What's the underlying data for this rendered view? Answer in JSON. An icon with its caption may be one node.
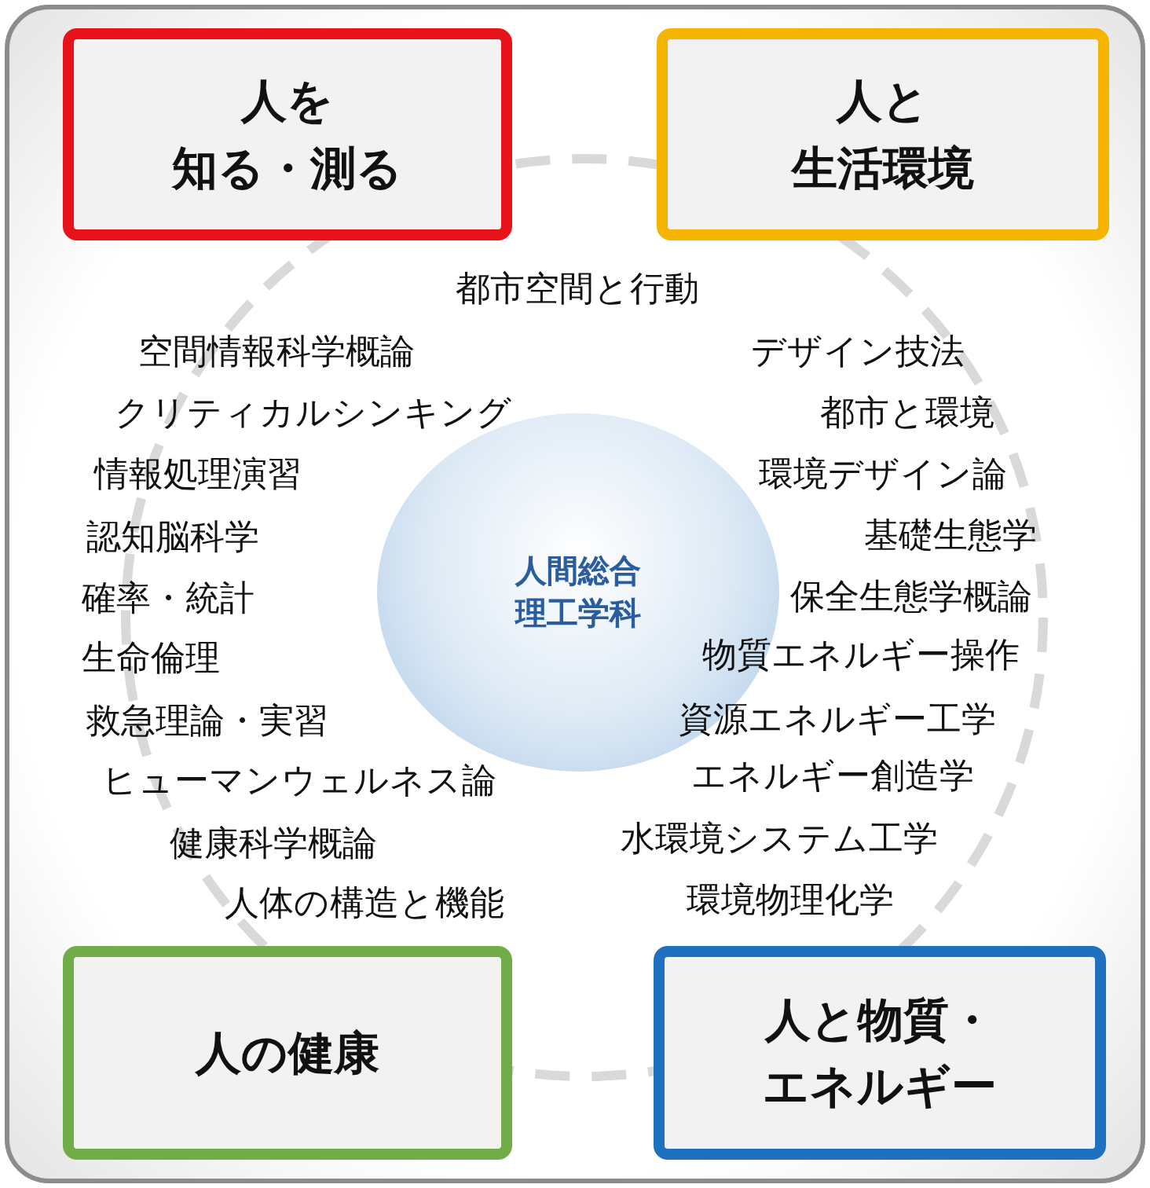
{
  "diagram": {
    "nodes": [
      {
        "text": [
          "人を知る・測る"
        ]
      },
      {
        "text": [
          "人と生活環境"
        ]
      },
      {
        "text": [
          "人の健康"
        ]
      },
      {
        "text": [
          "人と物質・エネルギー"
        ]
      },
      {
        "text": [
          "人間総合理工学科"
        ]
      }
    ],
    "edges": [],
    "labels": [
      "都市空間と行動",
      "空間情報科学概論",
      "デザイン技法",
      "クリティカルシンキング",
      "都市と環境",
      "情報処理演習",
      "環境デザイン論",
      "認知脳科学",
      "基礎生態学",
      "確率・統計",
      "保全生態学概論",
      "生命倫理",
      "物質エネルギー操作",
      "救急理論・実習",
      "資源エネルギー工学",
      "ヒューマンウェルネス論",
      "エネルギー創造学",
      "健康科学概論",
      "水環境システム工学",
      "人体の構造と機能",
      "環境物理化学"
    ]
  }
}
